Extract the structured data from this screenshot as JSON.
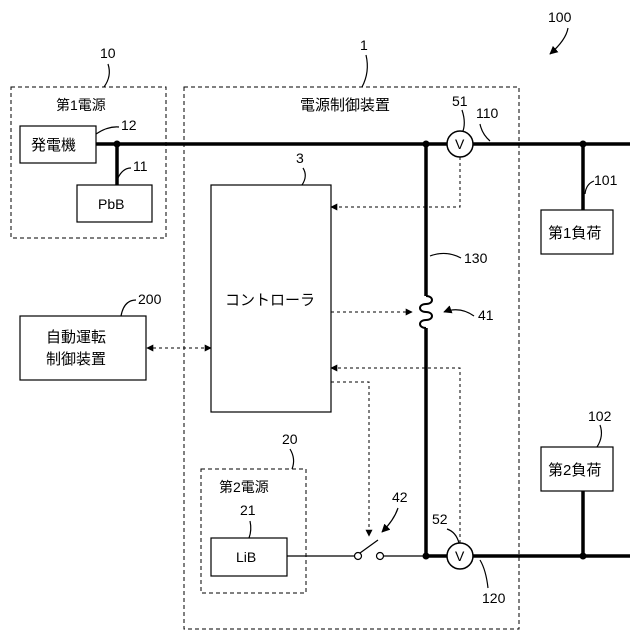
{
  "system_ref": "100",
  "blocks": {
    "first_power": {
      "ref": "10",
      "title": "第1電源"
    },
    "generator": {
      "ref": "12",
      "label": "発電機"
    },
    "pbb": {
      "ref": "11",
      "label": "PbB"
    },
    "controller_device": {
      "ref": "1",
      "title": "電源制御装置"
    },
    "controller": {
      "ref": "3",
      "label": "コントローラ"
    },
    "autodrive": {
      "ref": "200",
      "line1": "自動運転",
      "line2": "制御装置"
    },
    "second_power": {
      "ref": "20",
      "title": "第2電源"
    },
    "lib": {
      "ref": "21",
      "label": "LiB"
    },
    "load1": {
      "ref": "101",
      "label": "第1負荷"
    },
    "load2": {
      "ref": "102",
      "label": "第2負荷"
    }
  },
  "lines": {
    "bus1": {
      "ref": "110"
    },
    "bus2": {
      "ref": "120"
    },
    "link": {
      "ref": "130"
    }
  },
  "components": {
    "v1": {
      "ref": "51",
      "symbol": "V"
    },
    "v2": {
      "ref": "52",
      "symbol": "V"
    },
    "relay": {
      "ref": "41"
    },
    "switch": {
      "ref": "42"
    }
  }
}
